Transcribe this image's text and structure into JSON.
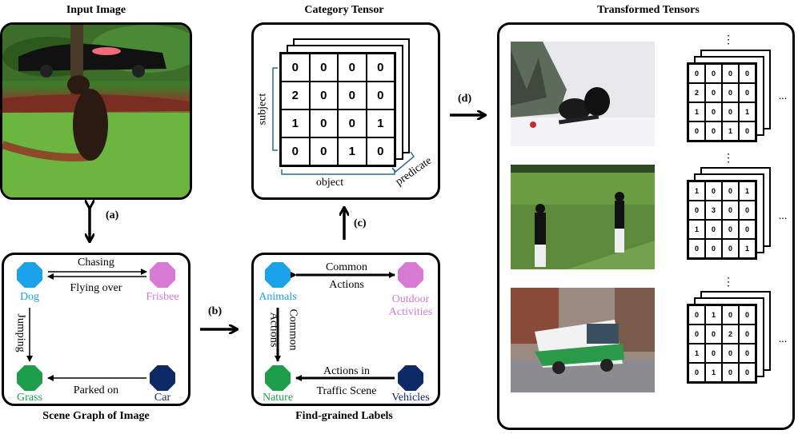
{
  "titles": {
    "input": "Input Image",
    "category": "Category Tensor",
    "transformed": "Transformed Tensors",
    "scene_graph": "Scene Graph of Image",
    "fine_labels": "Find-grained Labels"
  },
  "steps": {
    "a": "(a)",
    "b": "(b)",
    "c": "(c)",
    "d": "(d)"
  },
  "scene_graph": {
    "nodes": {
      "dog": "Dog",
      "frisbee": "Frisbee",
      "grass": "Grass",
      "car": "Car"
    },
    "edges": {
      "chasing": "Chasing",
      "flying_over": "Flying over",
      "jumping": "Jumping",
      "parked_on": "Parked on"
    },
    "colors": {
      "dog": "#1aa3e8",
      "frisbee": "#d77ad3",
      "grass": "#1e9e4a",
      "car": "#0d2a66"
    }
  },
  "fine_labels": {
    "nodes": {
      "animals": "Animals",
      "outdoor_line1": "Outdoor",
      "outdoor_line2": "Activities",
      "nature": "Nature",
      "vehicles": "Vehicles"
    },
    "edges": {
      "common_actions_line1": "Common",
      "common_actions_line2": "Actions",
      "vertical_line1": "Common",
      "vertical_line2": "Actions",
      "traffic_line1": "Actions in",
      "traffic_line2": "Traffic Scene"
    }
  },
  "category_tensor": {
    "matrix": [
      [
        "0",
        "0",
        "0",
        "0"
      ],
      [
        "2",
        "0",
        "0",
        "0"
      ],
      [
        "1",
        "0",
        "0",
        "1"
      ],
      [
        "0",
        "0",
        "1",
        "0"
      ]
    ],
    "axis_subject": "subject",
    "axis_object": "object",
    "axis_predicate": "predicate"
  },
  "transformed": {
    "dots": "⋮",
    "ellipsis": "...",
    "matrices": [
      [
        [
          "0",
          "0",
          "0",
          "0"
        ],
        [
          "2",
          "0",
          "0",
          "0"
        ],
        [
          "1",
          "0",
          "0",
          "1"
        ],
        [
          "0",
          "0",
          "1",
          "0"
        ]
      ],
      [
        [
          "1",
          "0",
          "0",
          "1"
        ],
        [
          "0",
          "3",
          "0",
          "0"
        ],
        [
          "1",
          "0",
          "0",
          "0"
        ],
        [
          "0",
          "0",
          "0",
          "1"
        ]
      ],
      [
        [
          "0",
          "1",
          "0",
          "0"
        ],
        [
          "0",
          "0",
          "2",
          "0"
        ],
        [
          "1",
          "0",
          "0",
          "0"
        ],
        [
          "0",
          "1",
          "0",
          "0"
        ]
      ]
    ]
  }
}
